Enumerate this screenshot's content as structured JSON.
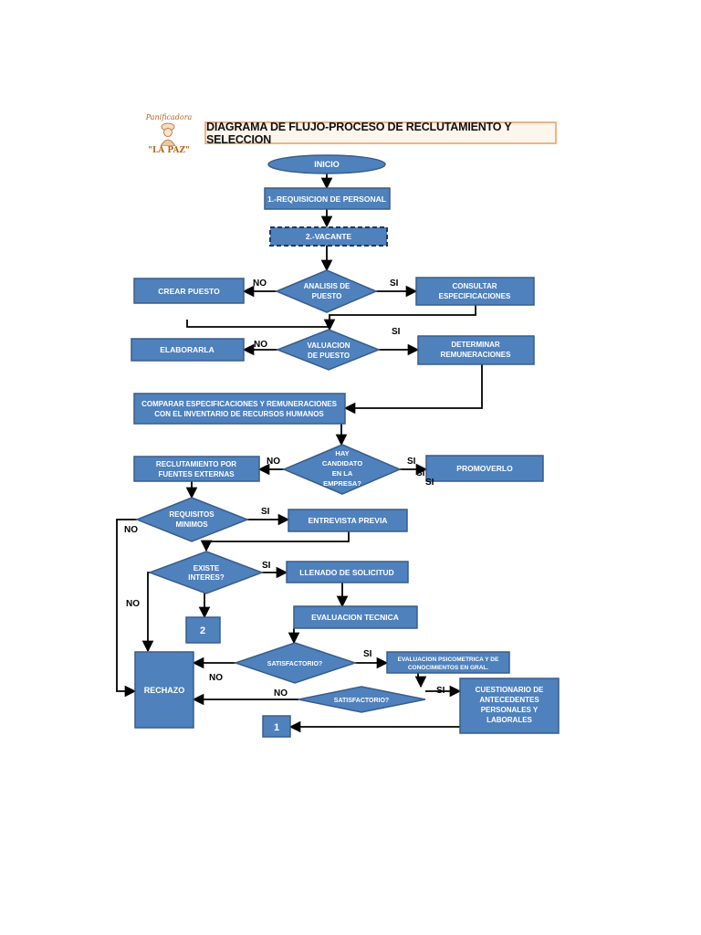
{
  "title": "DIAGRAMA DE FLUJO-PROCESO DE RECLUTAMIENTO Y SELECCION",
  "logo": {
    "top_text": "Panificadora",
    "bottom_text": "\"LA PAZ\""
  },
  "colors": {
    "node_fill": "#4f81bd",
    "node_stroke": "#385d8a",
    "node_text": "#ffffff",
    "arrow": "#000000",
    "title_border": "#f4b183"
  },
  "nodes": {
    "start": "INICIO",
    "requisition": "1.-REQUISICION DE PERSONAL",
    "vacancy": "2.-VACANTE",
    "job_analysis": [
      "ANALISIS DE",
      "PUESTO"
    ],
    "create_position": "CREAR PUESTO",
    "consult_specs": [
      "CONSULTAR",
      "ESPECIFICACIONES"
    ],
    "job_valuation": [
      "VALUACION",
      "DE PUESTO"
    ],
    "elaborate": "ELABORARLA",
    "determine_pay": [
      "DETERMINAR",
      "REMUNERACIONES"
    ],
    "compare": [
      "COMPARAR ESPECIFICACIONES Y REMUNERACIONES",
      "CON EL INVENTARIO DE RECURSOS HUMANOS"
    ],
    "candidate_in_company": [
      "HAY",
      "CANDIDATO",
      "EN LA",
      "EMPRESA?"
    ],
    "external_recruitment": [
      "RECLUTAMIENTO POR",
      "FUENTES EXTERNAS"
    ],
    "promote": "PROMOVERLO",
    "min_requirements": [
      "REQUISITOS",
      "MINIMOS"
    ],
    "preliminary_interview": "ENTREVISTA PREVIA",
    "interest_exists": [
      "EXISTE",
      "INTERES?"
    ],
    "application_form": "LLENADO DE SOLICITUD",
    "technical_evaluation": "EVALUACION TECNICA",
    "connector_2": "2",
    "satisfactory_1": "SATISFACTORIO?",
    "psychometric_eval": [
      "EVALUACION PSICOMETRICA Y DE",
      "CONOCIMIENTOS EN GRAL."
    ],
    "rejection": "RECHAZO",
    "satisfactory_2": "SATISFACTORIO?",
    "background_questionnaire": [
      "CUESTIONARIO DE",
      "ANTECEDENTES",
      "PERSONALES Y",
      "LABORALES"
    ],
    "connector_1": "1"
  },
  "labels": {
    "yes": "SI",
    "no": "NO"
  }
}
